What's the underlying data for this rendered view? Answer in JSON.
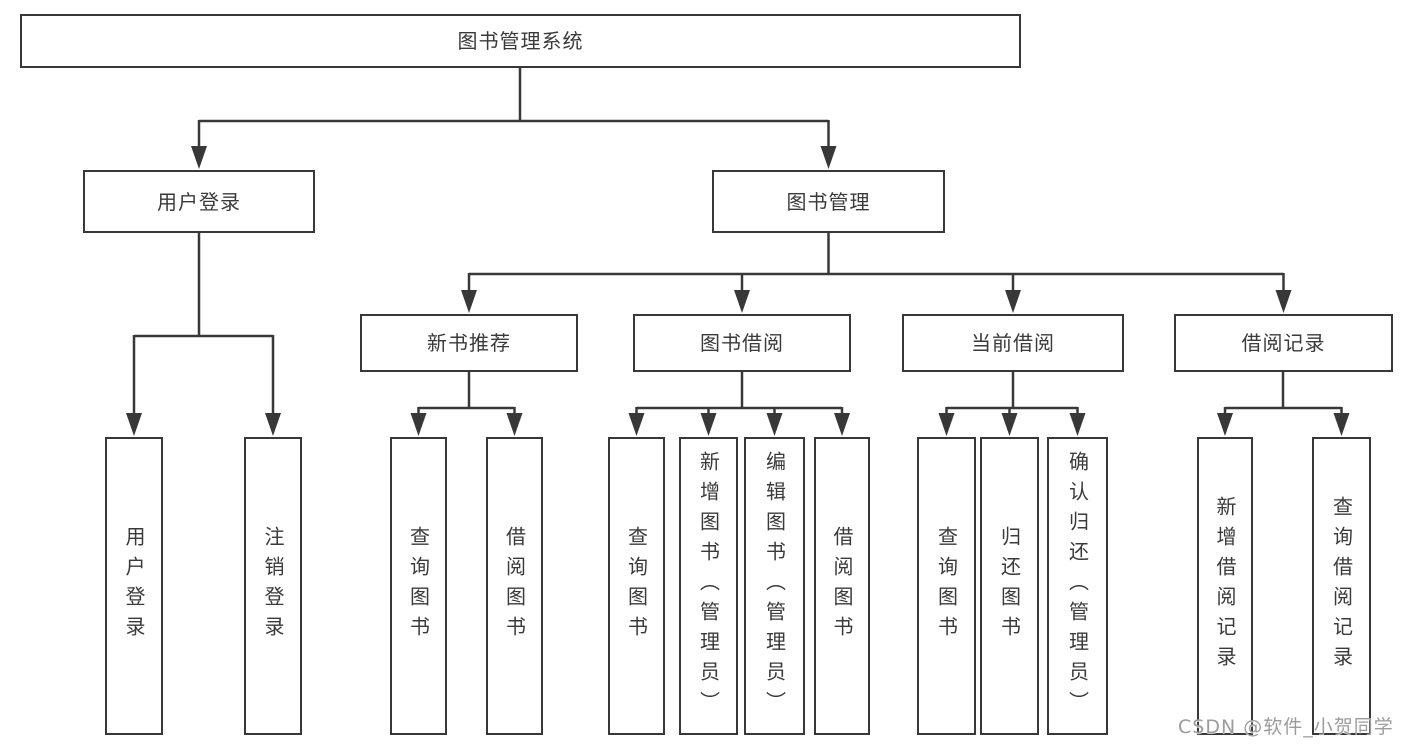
{
  "tree": {
    "label": "图书管理系统",
    "children": [
      {
        "label": "用户登录",
        "children": [
          {
            "label": "用户登录"
          },
          {
            "label": "注销登录"
          }
        ]
      },
      {
        "label": "图书管理",
        "children": [
          {
            "label": "新书推荐",
            "children": [
              {
                "label": "查询图书"
              },
              {
                "label": "借阅图书"
              }
            ]
          },
          {
            "label": "图书借阅",
            "children": [
              {
                "label": "查询图书"
              },
              {
                "label": "新增图书（管理员）"
              },
              {
                "label": "编辑图书（管理员）"
              },
              {
                "label": "借阅图书"
              }
            ]
          },
          {
            "label": "当前借阅",
            "children": [
              {
                "label": "查询图书"
              },
              {
                "label": "归还图书"
              },
              {
                "label": "确认归还（管理员）"
              }
            ]
          },
          {
            "label": "借阅记录",
            "children": [
              {
                "label": "新增借阅记录"
              },
              {
                "label": "查询借阅记录"
              }
            ]
          }
        ]
      }
    ]
  },
  "watermark": "CSDN @软件_小贺同学",
  "colors": {
    "line": "#383838",
    "box_border": "#383838",
    "text": "#3a3a3a",
    "background": "#ffffff",
    "watermark": "#9c9c9c"
  }
}
